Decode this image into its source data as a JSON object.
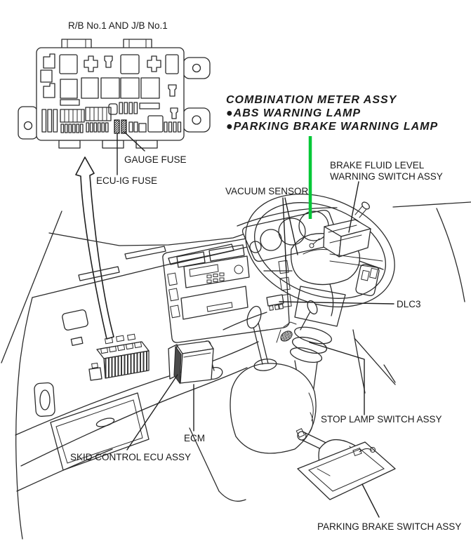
{
  "diagram": {
    "colors": {
      "highlight": "#00C836",
      "line": "#2b2b2b",
      "text": "#1a1a1a"
    },
    "fusebox": {
      "title": "R/B No.1 AND J/B No.1",
      "gauge_fuse_label": "GAUGE FUSE",
      "ecu_ig_fuse_label": "ECU-IG FUSE"
    },
    "meter": {
      "title": "COMBINATION METER ASSY",
      "items": [
        "●ABS WARNING LAMP",
        "●PARKING BRAKE WARNING LAMP"
      ]
    },
    "labels": {
      "brake_fluid_1": "BRAKE FLUID LEVEL",
      "brake_fluid_2": "WARNING SWITCH ASSY",
      "vacuum_sensor": "VACUUM SENSOR",
      "dlc3": "DLC3",
      "stop_lamp": "STOP LAMP SWITCH ASSY",
      "ecm": "ECM",
      "skid_control": "SKID CONTROL ECU ASSY",
      "parking_brake": "PARKING BRAKE SWITCH ASSY"
    }
  }
}
